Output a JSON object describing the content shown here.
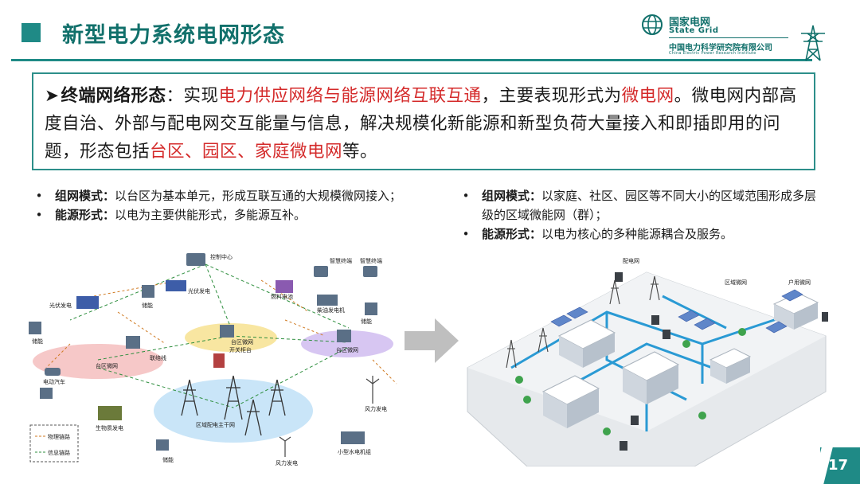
{
  "header": {
    "title": "新型电力系统电网形态"
  },
  "logo": {
    "cn": "国家电网",
    "en": "State Grid",
    "institute": "中国电力科学研究院有限公司",
    "institute_en": "China Electric Power Research Institute"
  },
  "callout": {
    "bullet": "➤",
    "lead": "终端网络形态",
    "sep": "：实现",
    "red1": "电力供应网络与能源网络互联互通",
    "mid1": "，主要表现形式为",
    "red2": "微电网",
    "mid2": "。微电网内部高度自治、外部与配电网交互能量与信息，解决规模化新能源和新型负荷大量接入和即插即用的问题，形态包括",
    "red3": "台区、园区、家庭微电网",
    "end": "等。"
  },
  "left_list": [
    {
      "key": "组网模式：",
      "text": "以台区为基本单元，形成互联互通的大规模微网接入；"
    },
    {
      "key": "能源形式：",
      "text": "以电为主要供能形式，多能源互补。"
    }
  ],
  "right_list": [
    {
      "key": "组网模式：",
      "text": "以家庭、社区、园区等不同大小的区域范围形成多层级的区域微能网（群）；"
    },
    {
      "key": "能源形式：",
      "text": "以电为核心的多种能源耦合及服务。"
    }
  ],
  "left_diagram": {
    "labels": {
      "control": "控制中心",
      "smart1": "智慧终端",
      "smart2": "智慧终端",
      "pv1": "光伏发电",
      "pv2": "光伏发电",
      "storage1": "储能",
      "storage2": "储能",
      "storage3": "储能",
      "storage4": "储能",
      "fuel": "燃料电池",
      "diesel": "柴油发电机",
      "microgrid1": "台区微网",
      "microgrid2": "台区微网",
      "microgrid3": "台区微网",
      "switch": "开关柜台",
      "junction": "联络线",
      "ev": "电动汽车",
      "biomass": "生物质发电",
      "regional": "区域配电主干网",
      "wind1": "风力发电",
      "wind2": "风力发电",
      "hydro": "小型水电机组",
      "legend1": "物理链路",
      "legend2": "信息链路"
    }
  },
  "right_diagram": {
    "labels": {
      "distribution": "配电网",
      "regional": "区域微网",
      "household": "户用微网"
    }
  },
  "page_number": "17",
  "colors": {
    "teal": "#1f8a86",
    "title": "#11706b",
    "highlight": "#d42a2a"
  }
}
